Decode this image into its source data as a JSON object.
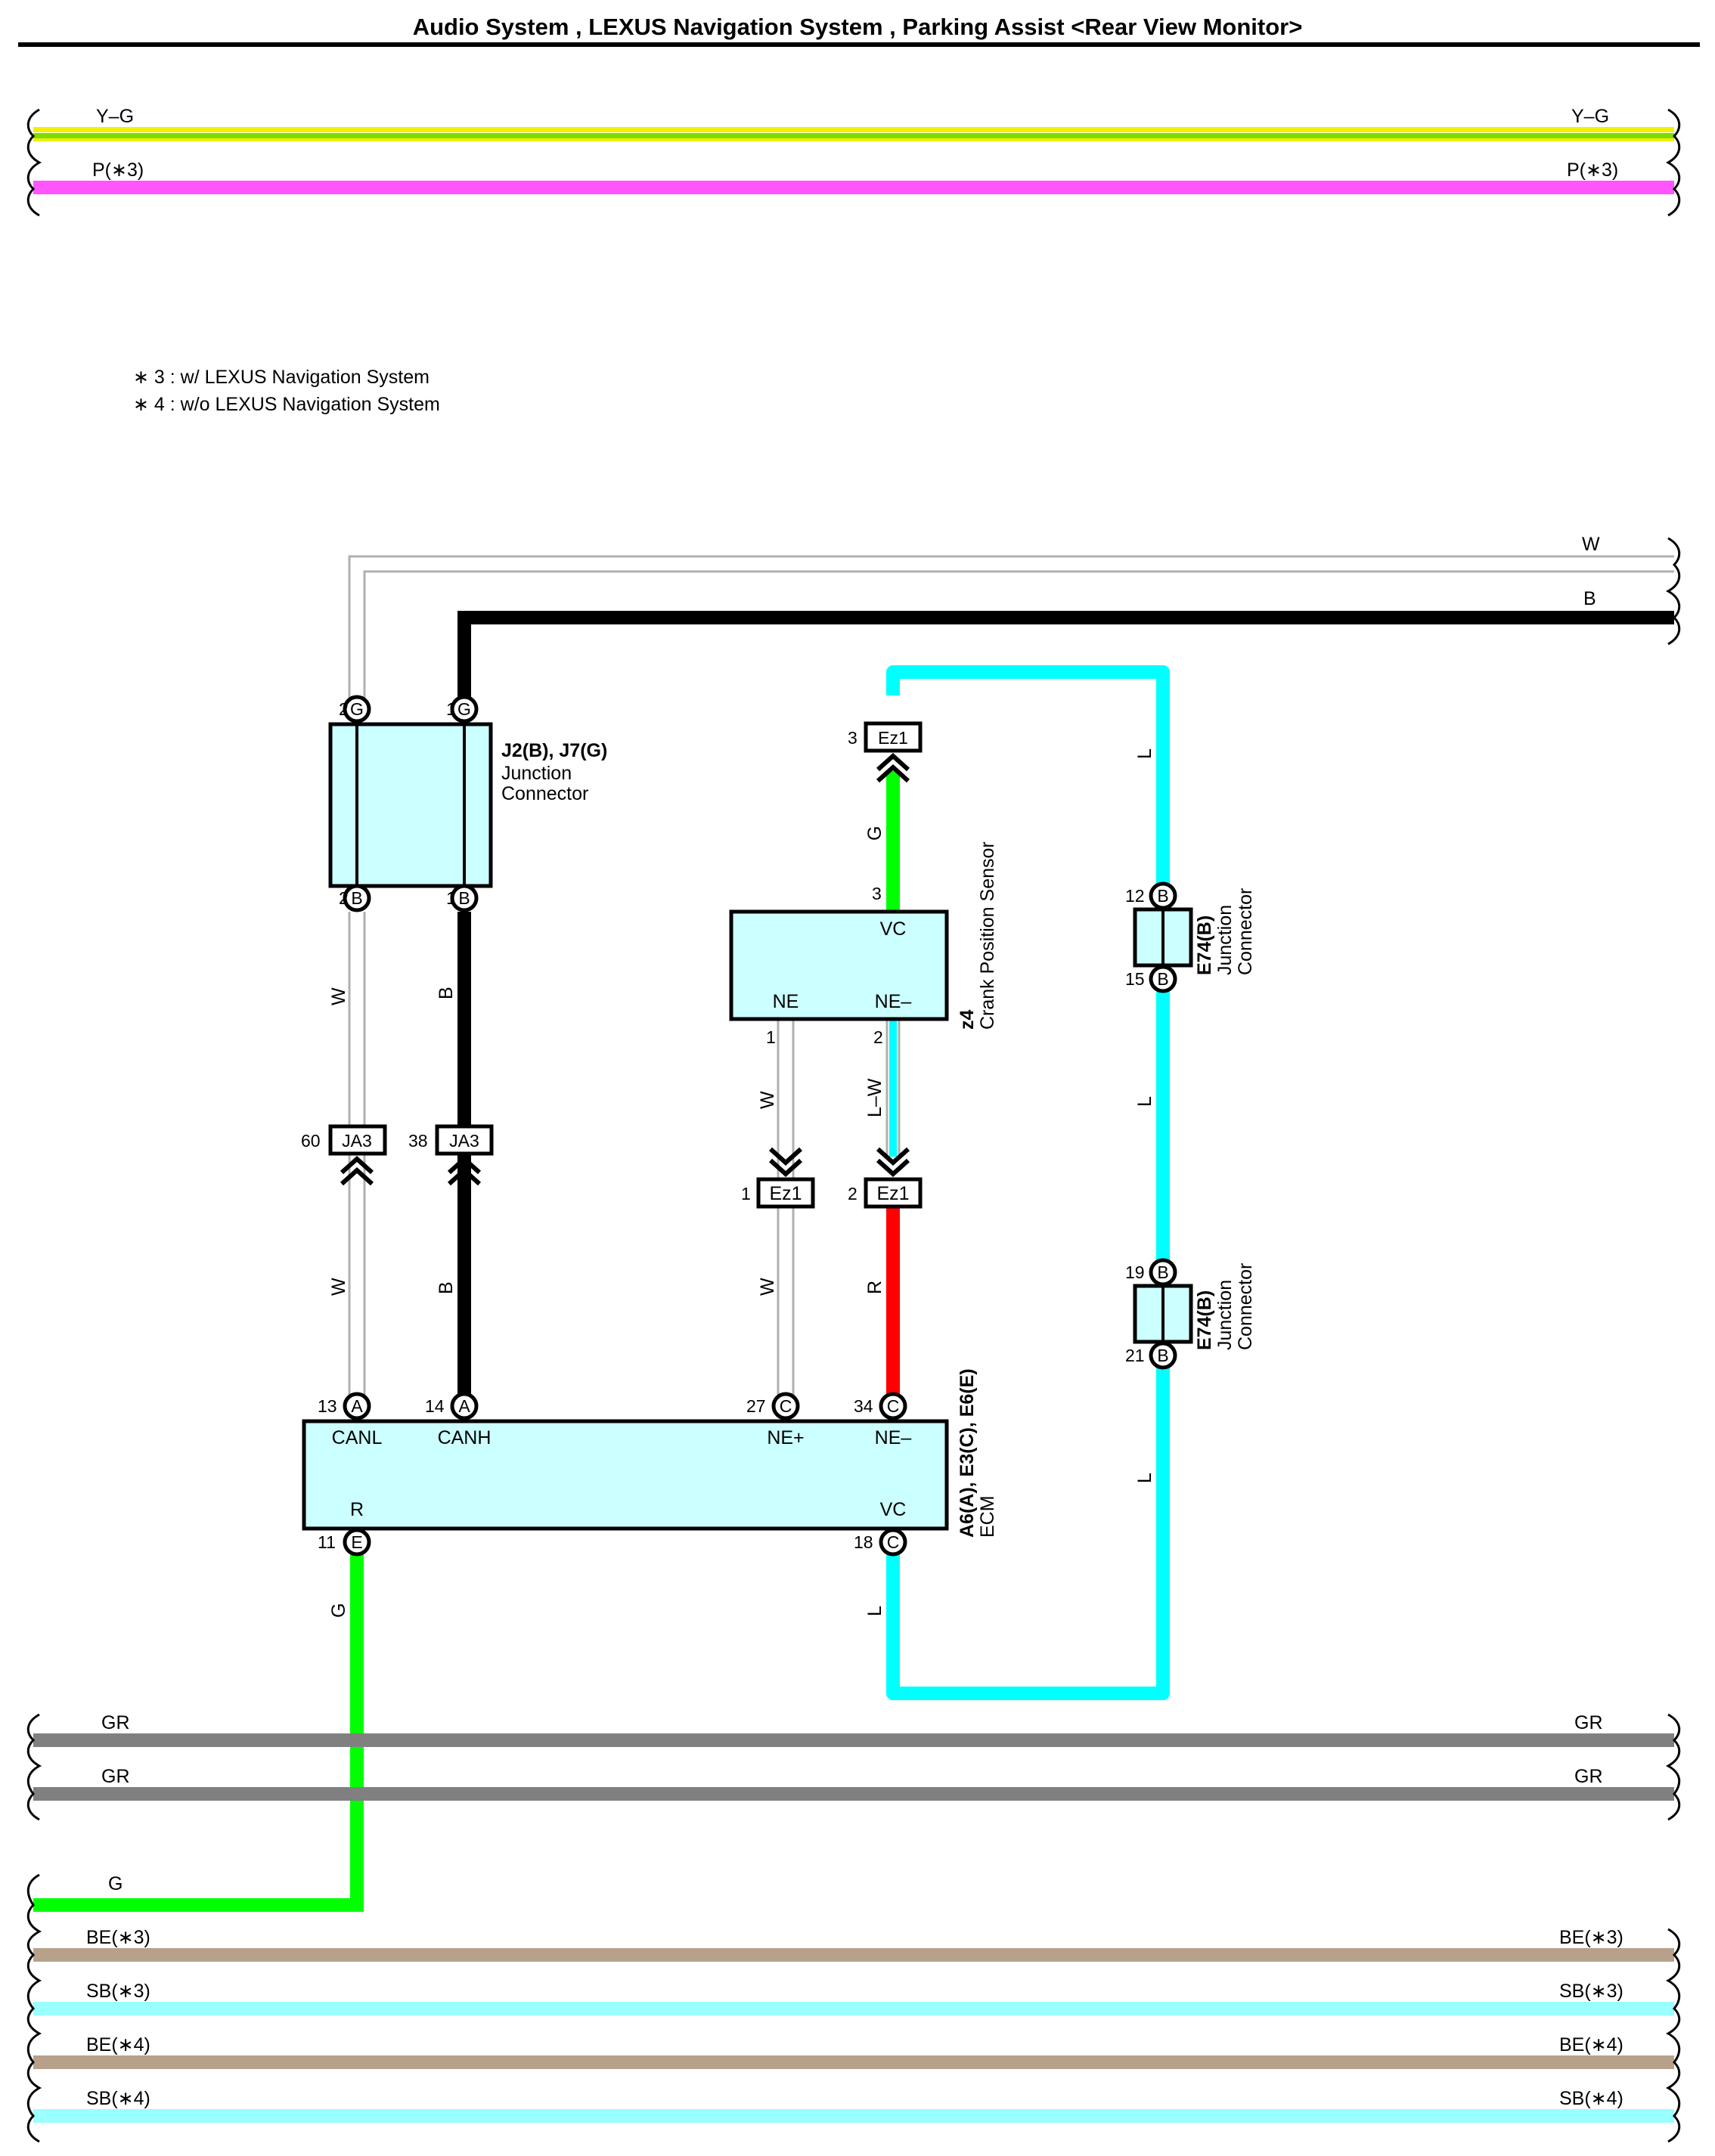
{
  "title": "Audio System , LEXUS Navigation System , Parking Assist <Rear View Monitor>",
  "colors": {
    "Y-G_yellow": "#f0f000",
    "Y-G_green": "#7ddc00",
    "P": "#ff55ff",
    "W": "#b0b0b0",
    "B": "#000000",
    "L": "#00ffff",
    "G": "#00ff00",
    "R": "#ff0000",
    "GR": "#808080",
    "BE": "#b8a18a",
    "SB": "#99ffff",
    "component_fill": "#ccffff"
  },
  "top_wires": [
    {
      "left_label": "Y–G",
      "right_label": "Y–G"
    },
    {
      "left_label": "P(∗3)",
      "right_label": "P(∗3)"
    }
  ],
  "notes": [
    "∗ 3 : w/ LEXUS Navigation System",
    "∗ 4 : w/o LEXUS Navigation System"
  ],
  "right_wires": [
    {
      "label": "W"
    },
    {
      "label": "B"
    }
  ],
  "junction_connector": {
    "code": "J2(B), J7(G)",
    "name_line1": "Junction",
    "name_line2": "Connector",
    "top_pins": [
      {
        "num": "2",
        "letter": "G"
      },
      {
        "num": "1",
        "letter": "G"
      }
    ],
    "bottom_pins": [
      {
        "num": "2",
        "letter": "B"
      },
      {
        "num": "1",
        "letter": "B"
      }
    ]
  },
  "ja3": [
    {
      "num": "60",
      "label": "JA3"
    },
    {
      "num": "38",
      "label": "JA3"
    }
  ],
  "ez1": [
    {
      "num": "3",
      "label": "Ez1"
    },
    {
      "num": "1",
      "label": "Ez1"
    },
    {
      "num": "2",
      "label": "Ez1"
    }
  ],
  "crank_sensor": {
    "code": "z4",
    "name": "Crank Position Sensor",
    "pin_vc": "VC",
    "pin_ne": "NE",
    "pin_ne_minus": "NE–",
    "pin_nums": [
      "3",
      "1",
      "2"
    ]
  },
  "e74_upper": {
    "code": "E74(B)",
    "name_line1": "Junction",
    "name_line2": "Connector",
    "top_pin": {
      "num": "12",
      "letter": "B"
    },
    "bottom_pin": {
      "num": "15",
      "letter": "B"
    }
  },
  "e74_lower": {
    "code": "E74(B)",
    "name_line1": "Junction",
    "name_line2": "Connector",
    "top_pin": {
      "num": "19",
      "letter": "B"
    },
    "bottom_pin": {
      "num": "21",
      "letter": "B"
    }
  },
  "ecm": {
    "code": "A6(A), E3(C), E6(E)",
    "name": "ECM",
    "top_pins": [
      {
        "num": "13",
        "letter": "A",
        "name": "CANL"
      },
      {
        "num": "14",
        "letter": "A",
        "name": "CANH"
      },
      {
        "num": "27",
        "letter": "C",
        "name": "NE+"
      },
      {
        "num": "34",
        "letter": "C",
        "name": "NE–"
      }
    ],
    "bottom_pins": [
      {
        "num": "11",
        "letter": "E",
        "name": "R"
      },
      {
        "num": "18",
        "letter": "C",
        "name": "VC"
      }
    ]
  },
  "wire_labels": {
    "w_upper": "W",
    "b_upper": "B",
    "w_lower": "W",
    "b_lower": "B",
    "g_sensor": "G",
    "w_sensor": "W",
    "lw_sensor": "L–W",
    "w_ez": "W",
    "r_ez": "R",
    "l_top": "L",
    "l_mid": "L",
    "l_low": "L",
    "l_ecm": "L",
    "g_ecm": "G"
  },
  "bottom_wires": [
    {
      "left_label": "GR",
      "right_label": "GR"
    },
    {
      "left_label": "GR",
      "right_label": "GR"
    },
    {
      "left_label": "G",
      "right_label": ""
    },
    {
      "left_label": "BE(∗3)",
      "right_label": "BE(∗3)"
    },
    {
      "left_label": "SB(∗3)",
      "right_label": "SB(∗3)"
    },
    {
      "left_label": "BE(∗4)",
      "right_label": "BE(∗4)"
    },
    {
      "left_label": "SB(∗4)",
      "right_label": "SB(∗4)"
    }
  ]
}
